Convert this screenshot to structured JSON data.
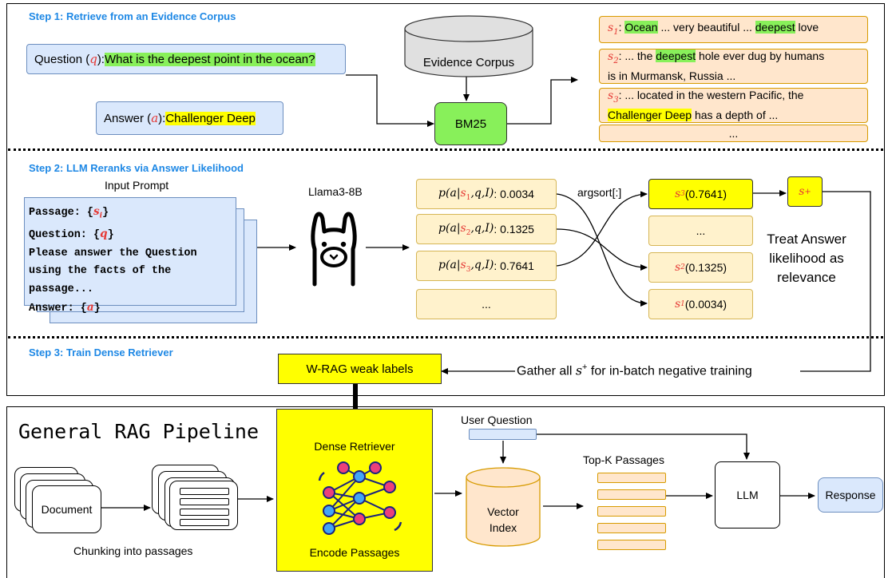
{
  "step1": {
    "title": "Step 1: Retrieve from an Evidence Corpus",
    "question_label": "Question (",
    "question_var": "q",
    "question_close": "): ",
    "question_text": "What is the deepest point in the ocean?",
    "answer_label": "Answer (",
    "answer_var": "a",
    "answer_close": "): ",
    "answer_text": "Challenger Deep",
    "corpus_label": "Evidence Corpus",
    "bm25_label": "BM25",
    "passages": [
      {
        "var": "s",
        "sub": "1",
        "parts": [
          ": ",
          "Ocean",
          " ... very beautiful ... ",
          "deepest",
          " love"
        ]
      },
      {
        "var": "s",
        "sub": "2",
        "line1": [
          ": ... the ",
          "deepest",
          " hole ever dug by humans"
        ],
        "line2": "is in Murmansk, Russia ..."
      },
      {
        "var": "s",
        "sub": "3",
        "line1": ": ... located in the western Pacific, the",
        "line2": [
          "Challenger Deep",
          " has a depth of ..."
        ]
      },
      {
        "text": "..."
      }
    ]
  },
  "step2": {
    "title": "Step 2: LLM Reranks via Answer Likelihood",
    "input_prompt_label": "Input Prompt",
    "prompt_lines": [
      "Passage: {",
      "s",
      "i",
      "}",
      "Question: {",
      "q",
      "}",
      "Please answer the Question",
      "using the facts of the",
      "passage...",
      "Answer: {",
      "a",
      "}"
    ],
    "model_label": "Llama3-8B",
    "likelihoods": [
      {
        "sub": "1",
        "value": ": 0.0034"
      },
      {
        "sub": "2",
        "value": ": 0.1325"
      },
      {
        "sub": "3",
        "value": ": 0.7641"
      },
      {
        "text": "..."
      }
    ],
    "argsort_label": "argsort[:]",
    "sorted": [
      {
        "sub": "3",
        "value": " (0.7641)"
      },
      {
        "text": "..."
      },
      {
        "sub": "2",
        "value": " (0.1325)"
      },
      {
        "sub": "1",
        "value": " (0.0034)"
      }
    ],
    "splus_label": "s",
    "splus_sup": "+",
    "treat_text": "Treat Answer likelihood as relevance"
  },
  "step3": {
    "title": "Step 3: Train Dense Retriever",
    "weak_labels": "W-RAG weak labels",
    "gather_pre": "Gather all ",
    "gather_post": " for in-batch negative training"
  },
  "pipeline": {
    "title": "General RAG Pipeline",
    "document_label": "Document",
    "chunking_label": "Chunking into passages",
    "dense_retriever": "Dense Retriever",
    "encode_passages": "Encode Passages",
    "user_question": "User Question",
    "vector_index_line1": "Vector",
    "vector_index_line2": "Index",
    "topk_label": "Top-K Passages",
    "llm_label": "LLM",
    "response_label": "Response"
  },
  "colors": {
    "step_title": "#1e88e5",
    "question_box": "#dae8fc",
    "passage_box": "#ffe6cc",
    "likelihood_box": "#fff2cc",
    "highlight_green": "#88f05a",
    "highlight_yellow": "#ffff00",
    "variable_red": "#e53935"
  }
}
